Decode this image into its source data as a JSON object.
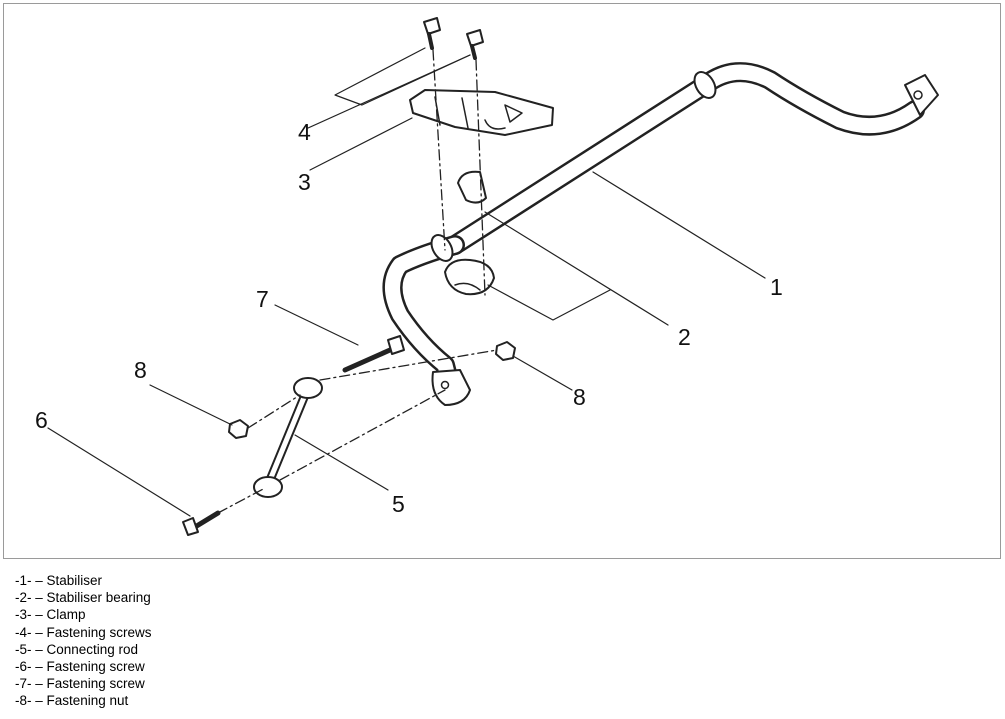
{
  "callouts": {
    "c1": "1",
    "c2": "2",
    "c3": "3",
    "c4": "4",
    "c5": "5",
    "c6": "6",
    "c7": "7",
    "c8a": "8",
    "c8b": "8"
  },
  "legend": [
    "-1- – Stabiliser",
    "-2- – Stabiliser bearing",
    "-3- – Clamp",
    "-4- – Fastening screws",
    "-5- – Connecting rod",
    "-6- – Fastening screw",
    "-7- – Fastening screw",
    "-8- – Fastening nut"
  ]
}
